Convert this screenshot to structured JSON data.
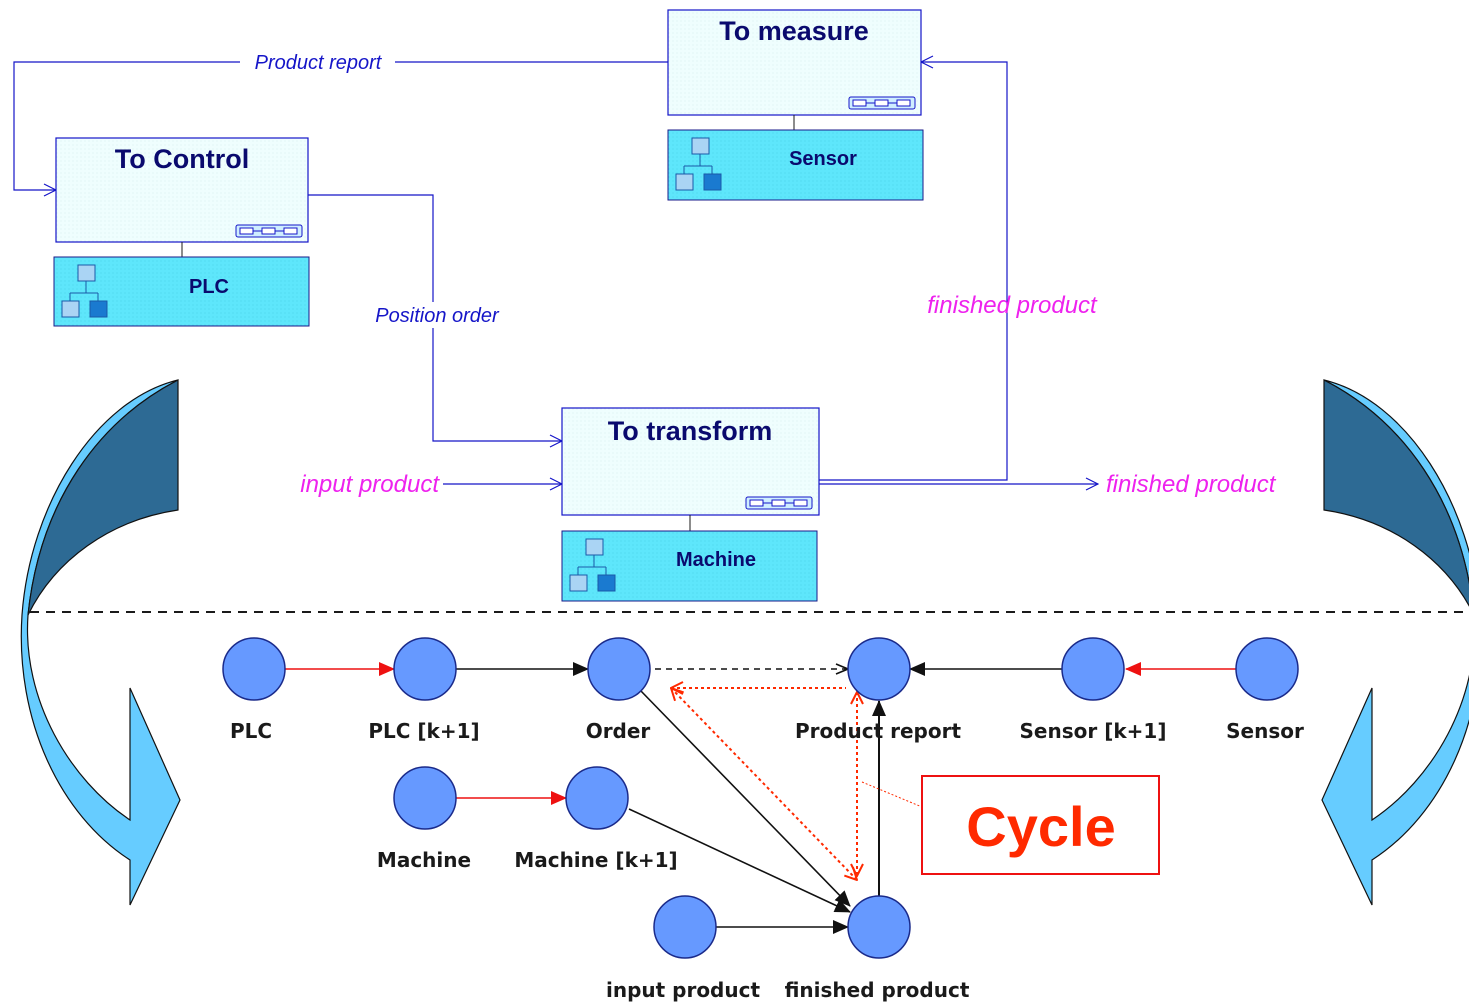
{
  "functions": {
    "to_measure": {
      "title": "To measure",
      "resource": "Sensor"
    },
    "to_control": {
      "title": "To Control",
      "resource": "PLC"
    },
    "to_transform": {
      "title": "To transform",
      "resource": "Machine"
    }
  },
  "flows": {
    "product_report": "Product report",
    "position_order": "Position order",
    "finished_product_up": "finished product",
    "input_product": "input product",
    "finished_product_out": "finished product"
  },
  "graph": {
    "nodes": {
      "plc": "PLC",
      "plc_k1": "PLC [k+1]",
      "order": "Order",
      "product_report": "Product report",
      "sensor_k1": "Sensor [k+1]",
      "sensor": "Sensor",
      "machine": "Machine",
      "machine_k1": "Machine [k+1]",
      "input_product": "input product",
      "finished_product": "finished product"
    },
    "cycle_label": "Cycle"
  },
  "colors": {
    "function_fill": "#effefe",
    "resource_fill": "#5ee6fb",
    "flow_line": "#1515c8",
    "flow_highlight": "#ee22ee",
    "node_fill": "#6699ff",
    "temporal_edge": "#ee1111",
    "cycle": "#ff2a00",
    "arrow_dark": "#2d6a94",
    "arrow_light": "#66ccff"
  }
}
